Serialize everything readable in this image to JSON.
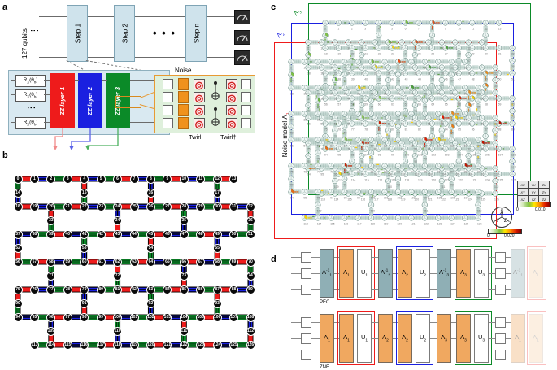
{
  "figure": {
    "panels": [
      "a",
      "b",
      "c",
      "d"
    ]
  },
  "panel_a": {
    "letter": "a",
    "qubits_label": "127 qubits",
    "steps": [
      "Step 1",
      "Step 2",
      "Step n"
    ],
    "step_ellipsis": "• • •",
    "wire_ellipsis": "⋮",
    "rx_gate_label": "R",
    "rx_sub": "X",
    "rx_arg": "(θ",
    "rx_arg_sub": "h",
    "rx_arg_end": ")",
    "zz_layers": [
      {
        "label": "ZZ layer 1",
        "color": "#ee1b1b"
      },
      {
        "label": "ZZ layer 2",
        "color": "#1a20e0"
      },
      {
        "label": "ZZ layer 3",
        "color": "#0b8a28"
      }
    ],
    "noise_title": "Noise",
    "twirl_label": "Twirl",
    "twirl_dagger_label": "Twirl†",
    "measurement_icon": "meter-icon",
    "noise_box_color": "#f0921e",
    "twirl_box_color": "#cf1f1f"
  },
  "panel_b": {
    "letter": "b",
    "n_qubits": 127,
    "edge_colors": {
      "layer1": "#ee1b1b",
      "layer2": "#1a20e0",
      "layer3": "#0b8a28"
    },
    "node_fill": "#0a0a0a",
    "node_labels": [
      "0",
      "1",
      "2",
      "3",
      "4",
      "5",
      "6",
      "7",
      "8",
      "9",
      "10",
      "11",
      "12",
      "13",
      "14",
      "15",
      "16",
      "17",
      "18",
      "19",
      "20",
      "21",
      "22",
      "23",
      "24",
      "25",
      "26",
      "27",
      "28",
      "29",
      "30",
      "31",
      "32",
      "33",
      "34",
      "35",
      "36",
      "37",
      "38",
      "39",
      "40",
      "41",
      "42",
      "43",
      "44",
      "45",
      "46",
      "47",
      "48",
      "49",
      "50",
      "51",
      "52",
      "53",
      "54",
      "55",
      "56",
      "57",
      "58",
      "59",
      "60",
      "61",
      "62",
      "63",
      "64",
      "65",
      "66",
      "67",
      "68",
      "69",
      "70",
      "71",
      "72",
      "73",
      "74",
      "75",
      "76",
      "77",
      "78",
      "79",
      "80",
      "81",
      "82",
      "83",
      "84",
      "85",
      "86",
      "87",
      "88",
      "89",
      "90",
      "91",
      "92",
      "93",
      "94",
      "95",
      "96",
      "97",
      "98",
      "99",
      "100",
      "101",
      "102",
      "103",
      "104",
      "105",
      "106",
      "107",
      "108",
      "109",
      "110",
      "111",
      "112",
      "113",
      "114",
      "115",
      "116",
      "117",
      "118",
      "119",
      "120",
      "121",
      "122",
      "123",
      "124",
      "125",
      "126"
    ],
    "arrows": [
      {
        "name": "zz-layer-1-arrow",
        "color": "#f08a8a"
      },
      {
        "name": "zz-layer-2-arrow",
        "color": "#5a62e8"
      },
      {
        "name": "zz-layer-3-arrow",
        "color": "#4cb05f"
      }
    ]
  },
  "panel_c": {
    "letter": "c",
    "axis_label": "Noise model Λ",
    "axis_label_sub": "1",
    "lambda_labels": [
      {
        "text": "Λ",
        "sub": "3",
        "color": "#0b8a28"
      },
      {
        "text": "Λ",
        "sub": "2",
        "color": "#1a20e0"
      },
      {
        "text": "Λ",
        "sub": "1",
        "color": "#ee1b1b"
      }
    ],
    "pauli_table": [
      [
        "XX",
        "YX",
        "ZX"
      ],
      [
        "XY",
        "YY",
        "ZY"
      ],
      [
        "XZ",
        "YZ",
        "ZZ"
      ]
    ],
    "two_qubit_colorbar": {
      "min": "0",
      "max": "0.010"
    },
    "one_qubit_colorbar": {
      "min": "0",
      "max": "0.020"
    },
    "xyz_legend": {
      "x": "X",
      "y": "Y",
      "z": "Z"
    },
    "frame_colors": {
      "lambda1": "#ee1b1b",
      "lambda2": "#1a20e0",
      "lambda3": "#0b8a28"
    }
  },
  "panel_d": {
    "letter": "d",
    "rows": [
      {
        "method": "PEC",
        "mitigation_boxes": [
          {
            "label": "Λ",
            "sup": "-1",
            "sub": "1"
          },
          {
            "label": "Λ",
            "sup": "-1",
            "sub": "2"
          },
          {
            "label": "Λ",
            "sup": "-1",
            "sub": "3"
          }
        ],
        "mitigation_color": "#8fafb5",
        "noise_boxes": [
          {
            "label": "Λ",
            "sub": "1"
          },
          {
            "label": "Λ",
            "sub": "2"
          },
          {
            "label": "Λ",
            "sub": "3"
          }
        ],
        "unitary_boxes": [
          {
            "label": "U",
            "sub": "1"
          },
          {
            "label": "U",
            "sub": "2"
          },
          {
            "label": "U",
            "sub": "3"
          }
        ],
        "trailing": [
          {
            "label": "Λ",
            "sup": "-1",
            "sub": "1",
            "color": "#8fafb5"
          },
          {
            "label": "Λ",
            "sub": "1",
            "color": "#f0a860"
          }
        ]
      },
      {
        "method": "ZNE",
        "mitigation_boxes": [
          {
            "label": "Λ",
            "sub": "1"
          },
          {
            "label": "Λ",
            "sub": "2"
          },
          {
            "label": "Λ",
            "sub": "3"
          }
        ],
        "mitigation_color": "#f0a860",
        "noise_boxes": [
          {
            "label": "Λ",
            "sub": "1"
          },
          {
            "label": "Λ",
            "sub": "2"
          },
          {
            "label": "Λ",
            "sub": "3"
          }
        ],
        "unitary_boxes": [
          {
            "label": "U",
            "sub": "1"
          },
          {
            "label": "U",
            "sub": "2"
          },
          {
            "label": "U",
            "sub": "3"
          }
        ],
        "trailing": [
          {
            "label": "Λ",
            "sub": "1",
            "color": "#f0a860"
          },
          {
            "label": "Λ",
            "sub": "1",
            "color": "#f0a860"
          }
        ]
      }
    ],
    "frame_colors": [
      "#ee1b1b",
      "#1a20e0",
      "#0b8a28"
    ],
    "noise_box_color": "#f0a860"
  }
}
